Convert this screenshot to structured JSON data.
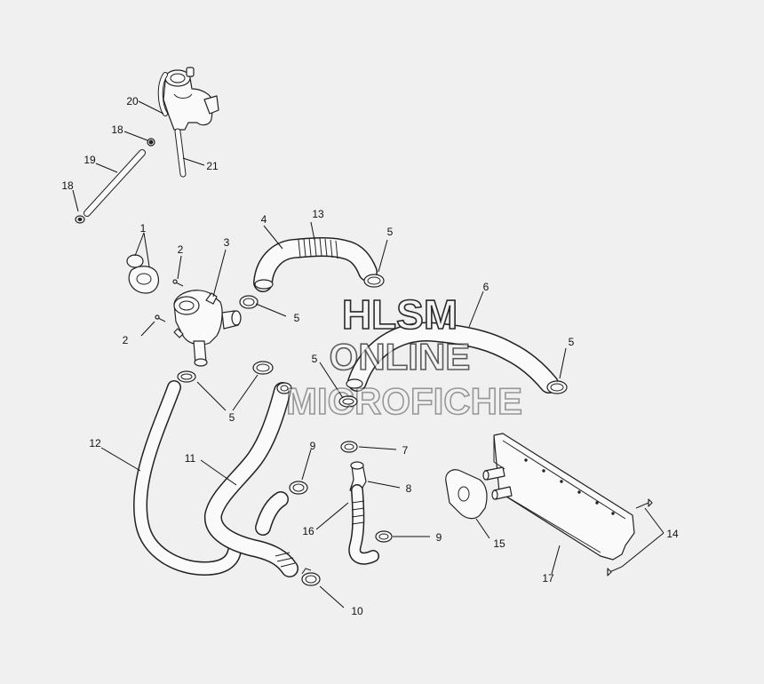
{
  "watermark": {
    "line1": "HLSM",
    "line2": "ONLINE",
    "line3": "MICROFICHE"
  },
  "callouts": {
    "c1": "1",
    "c2a": "2",
    "c2b": "2",
    "c3": "3",
    "c4": "4",
    "c5a": "5",
    "c5b": "5",
    "c5c": "5",
    "c5d": "5",
    "c5e": "5",
    "c6": "6",
    "c7": "7",
    "c8": "8",
    "c9a": "9",
    "c9b": "9",
    "c10": "10",
    "c11": "11",
    "c12": "12",
    "c13": "13",
    "c14": "14",
    "c15": "15",
    "c16": "16",
    "c17": "17",
    "c18a": "18",
    "c18b": "18",
    "c19": "19",
    "c20": "20",
    "c21": "21"
  }
}
